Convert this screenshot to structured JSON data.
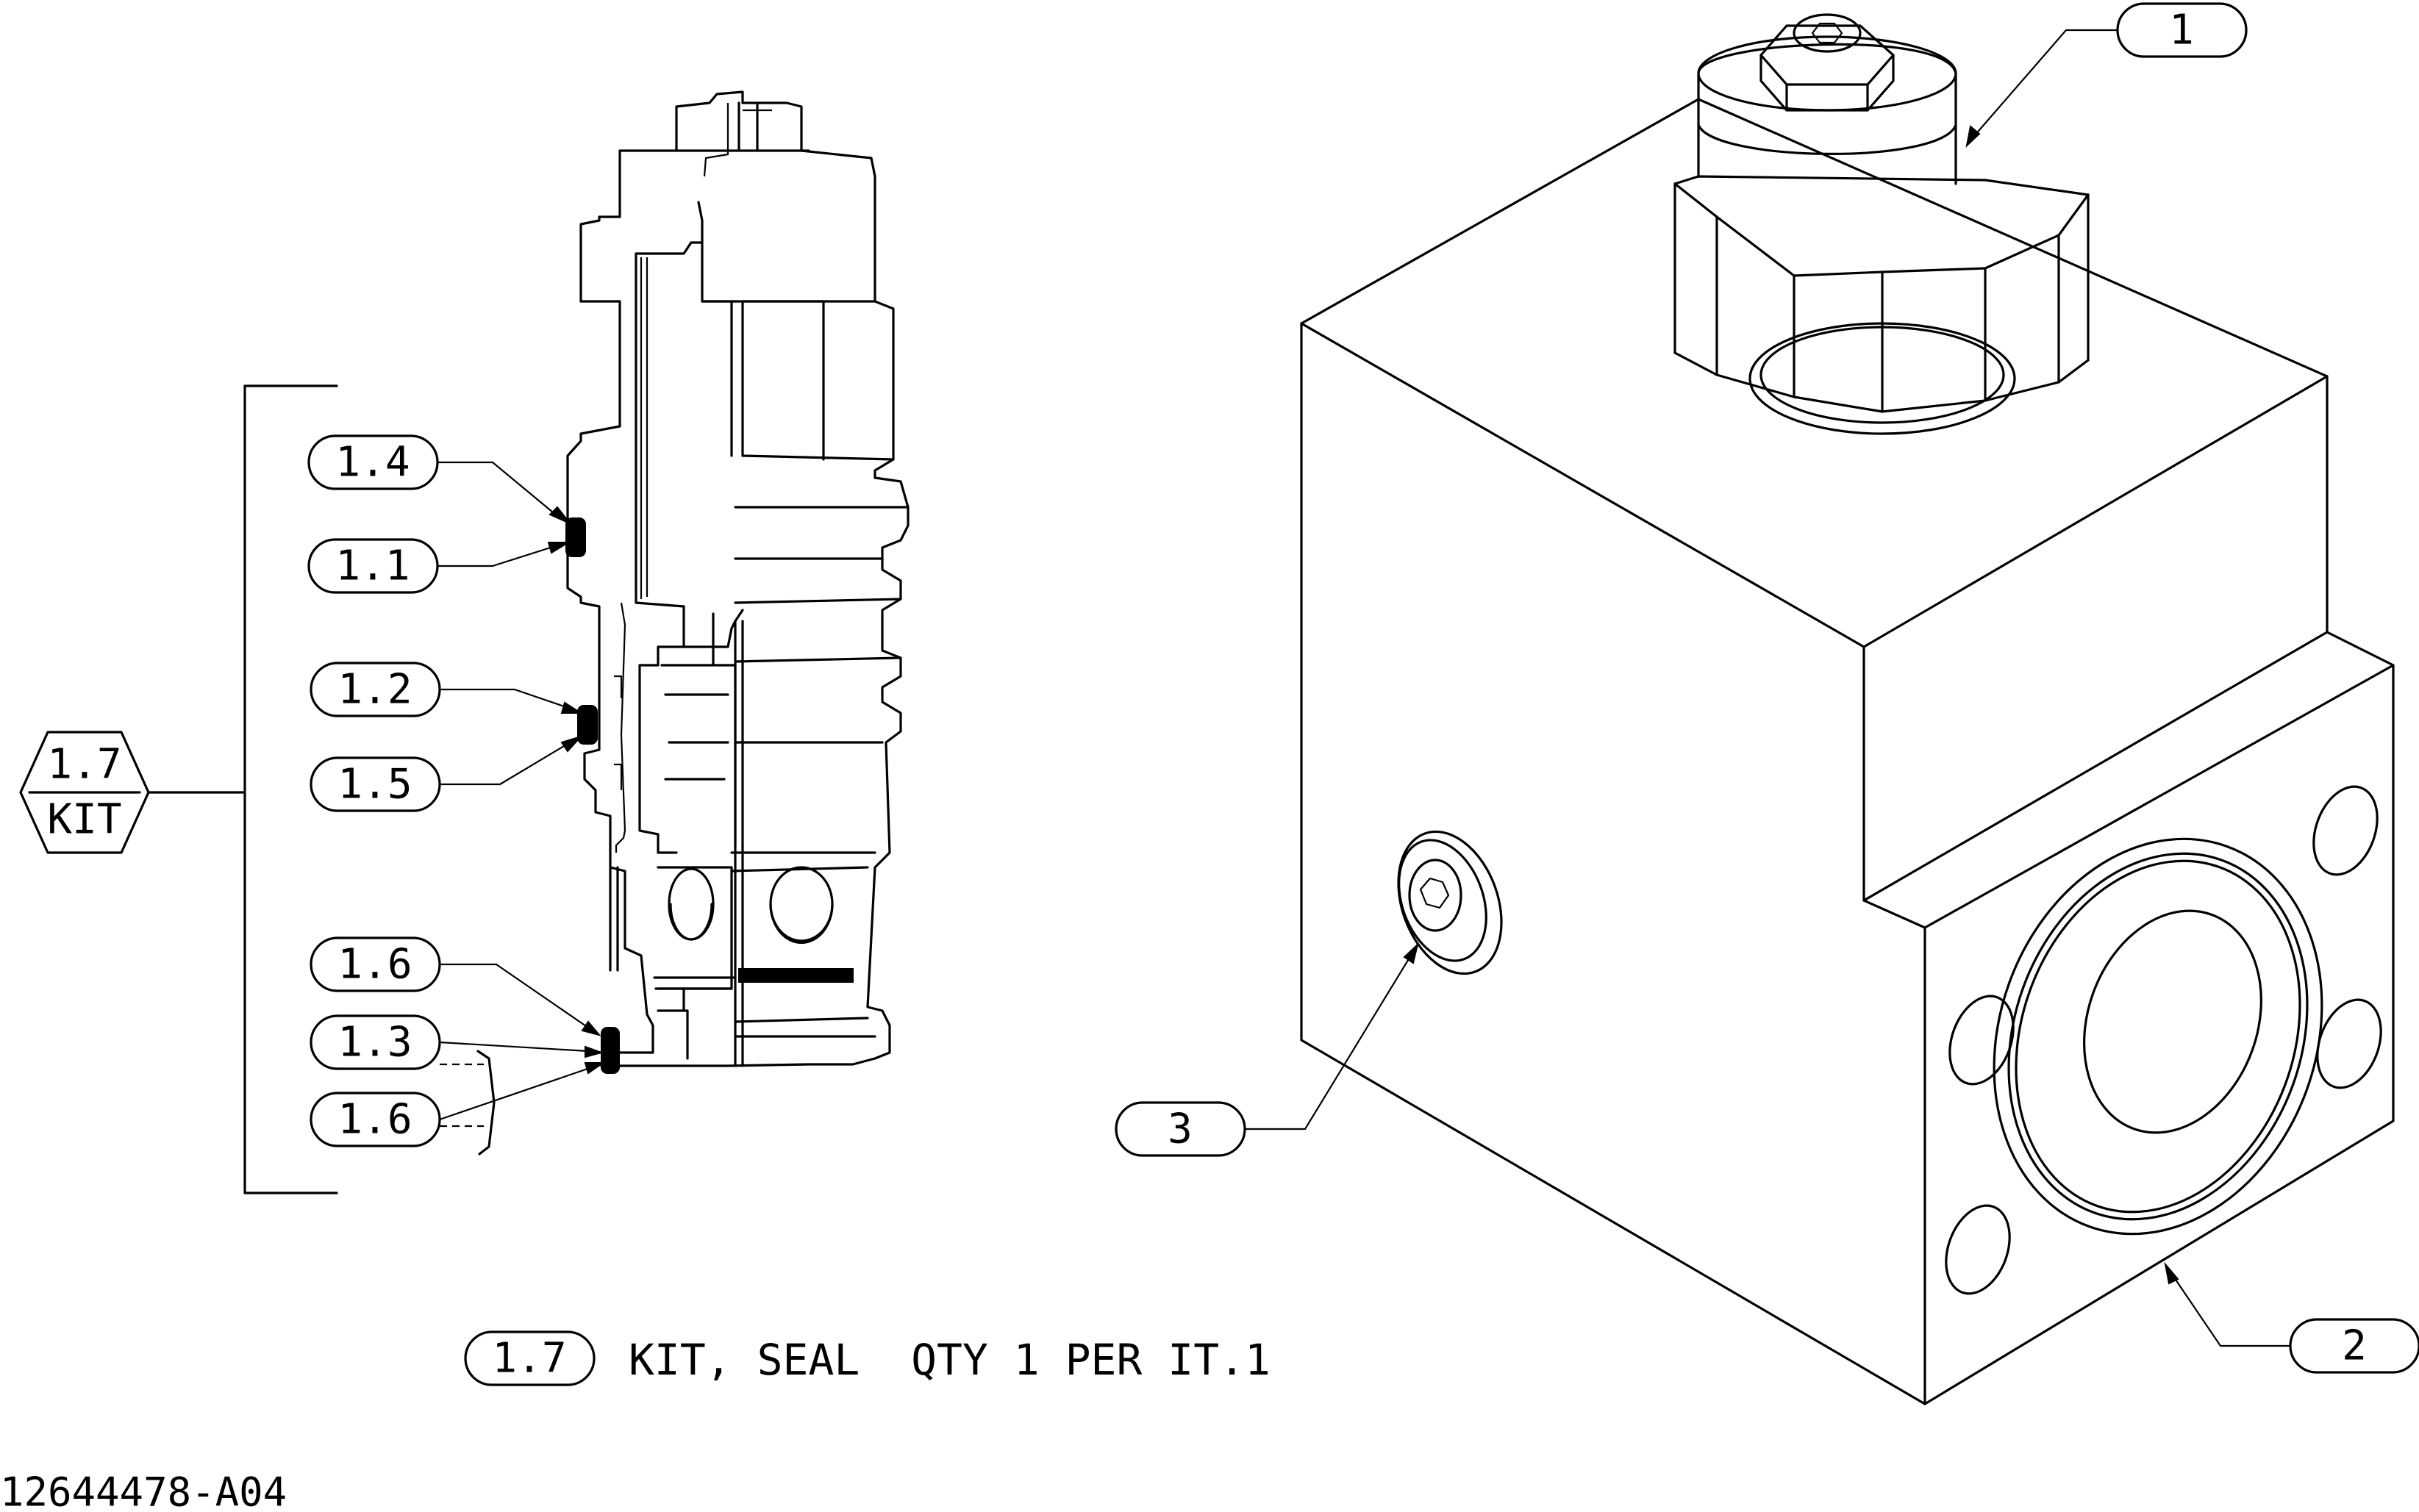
{
  "callouts": {
    "c1": "1",
    "c2": "2",
    "c3": "3",
    "c1_4": "1.4",
    "c1_1": "1.1",
    "c1_2": "1.2",
    "c1_5": "1.5",
    "c1_6a": "1.6",
    "c1_3": "1.3",
    "c1_6b": "1.6",
    "kit_num": "1.7",
    "kit_word": "KIT"
  },
  "note": {
    "item": "1.7",
    "text": "KIT, SEAL  QTY 1 PER IT.1"
  },
  "drawing_number": "12644478-A04"
}
